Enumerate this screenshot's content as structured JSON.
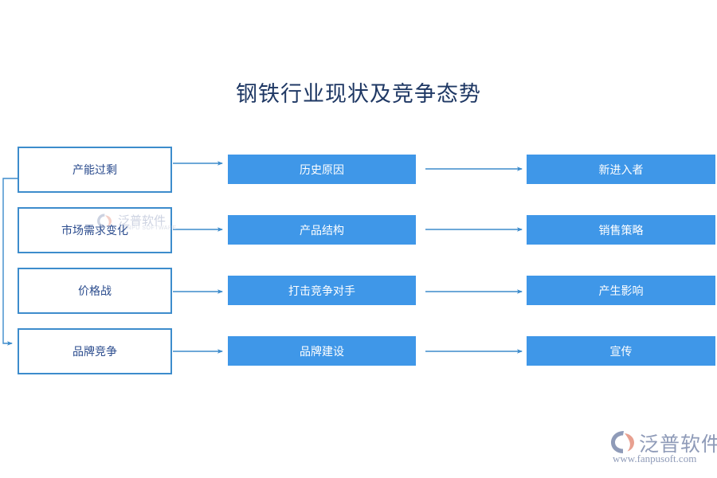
{
  "page": {
    "title": "钢铁行业现状及竞争态势",
    "background_color": "#ffffff",
    "title_color": "#1f3864"
  },
  "colors": {
    "accent_fill": "#3f97e8",
    "outline_border": "#3d8ccc",
    "outline_text": "#2a4b8d",
    "filled_text": "#ffffff",
    "connector": "#3d8ccc",
    "watermark": "#9aa6c4"
  },
  "diagram": {
    "type": "flow-columns",
    "columns": [
      {
        "name": "issues",
        "style": "outline",
        "nodes": [
          {
            "id": "n1",
            "label": "产能过剩"
          },
          {
            "id": "n2",
            "label": "市场需求变化"
          },
          {
            "id": "n3",
            "label": "价格战"
          },
          {
            "id": "n4",
            "label": "品牌竞争"
          }
        ]
      },
      {
        "name": "causes",
        "style": "filled",
        "nodes": [
          {
            "id": "m1",
            "label": "历史原因"
          },
          {
            "id": "m2",
            "label": "产品结构"
          },
          {
            "id": "m3",
            "label": "打击竞争对手"
          },
          {
            "id": "m4",
            "label": "品牌建设"
          }
        ]
      },
      {
        "name": "effects",
        "style": "filled",
        "nodes": [
          {
            "id": "r1",
            "label": "新进入者"
          },
          {
            "id": "r2",
            "label": "销售策略"
          },
          {
            "id": "r3",
            "label": "产生影响"
          },
          {
            "id": "r4",
            "label": "宣传"
          }
        ]
      }
    ],
    "edges": [
      {
        "from": "n1",
        "to": "m1",
        "kind": "arrow"
      },
      {
        "from": "n2",
        "to": "m2",
        "kind": "arrow"
      },
      {
        "from": "n3",
        "to": "m3",
        "kind": "arrow"
      },
      {
        "from": "n4",
        "to": "m4",
        "kind": "arrow"
      },
      {
        "from": "m1",
        "to": "r1",
        "kind": "arrow"
      },
      {
        "from": "m2",
        "to": "r2",
        "kind": "arrow"
      },
      {
        "from": "m3",
        "to": "r3",
        "kind": "arrow"
      },
      {
        "from": "m4",
        "to": "r4",
        "kind": "arrow"
      },
      {
        "from": "n1",
        "to": "n4",
        "kind": "elbow-arrow"
      }
    ]
  },
  "watermark": {
    "text": "泛普软件",
    "subtext": "FANPU SOFTWARE"
  },
  "logo": {
    "text": "泛普软件",
    "url": "www.fanpusoft.com"
  }
}
